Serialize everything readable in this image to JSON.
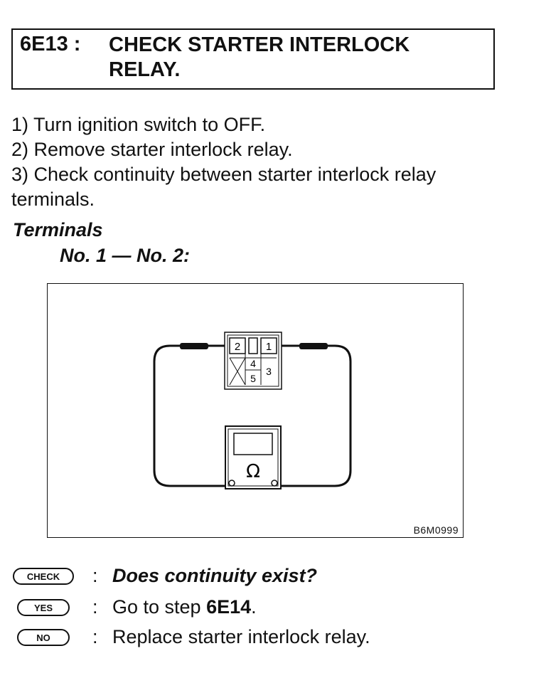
{
  "header": {
    "step_id": "6E13 :",
    "title_line1": "CHECK STARTER INTERLOCK",
    "title_line2": "RELAY."
  },
  "steps": [
    "1)  Turn ignition switch to OFF.",
    "2)  Remove starter interlock relay.",
    "3)  Check continuity between starter interlock relay",
    "terminals."
  ],
  "terminals": {
    "heading": "Terminals",
    "pair": "No. 1 — No. 2:"
  },
  "figure": {
    "code": "B6M0999",
    "connector_labels": [
      "2",
      "1",
      "4",
      "5",
      "3"
    ],
    "meter_symbol": "Ω"
  },
  "qa": {
    "check": {
      "badge": "CHECK",
      "colon": ":",
      "text": "Does continuity exist?"
    },
    "yes": {
      "badge": "YES",
      "colon": ":",
      "text_prefix": "Go to step ",
      "text_step": "6E14",
      "text_suffix": "."
    },
    "no": {
      "badge": "NO",
      "colon": ":",
      "text": "Replace starter interlock relay."
    }
  }
}
